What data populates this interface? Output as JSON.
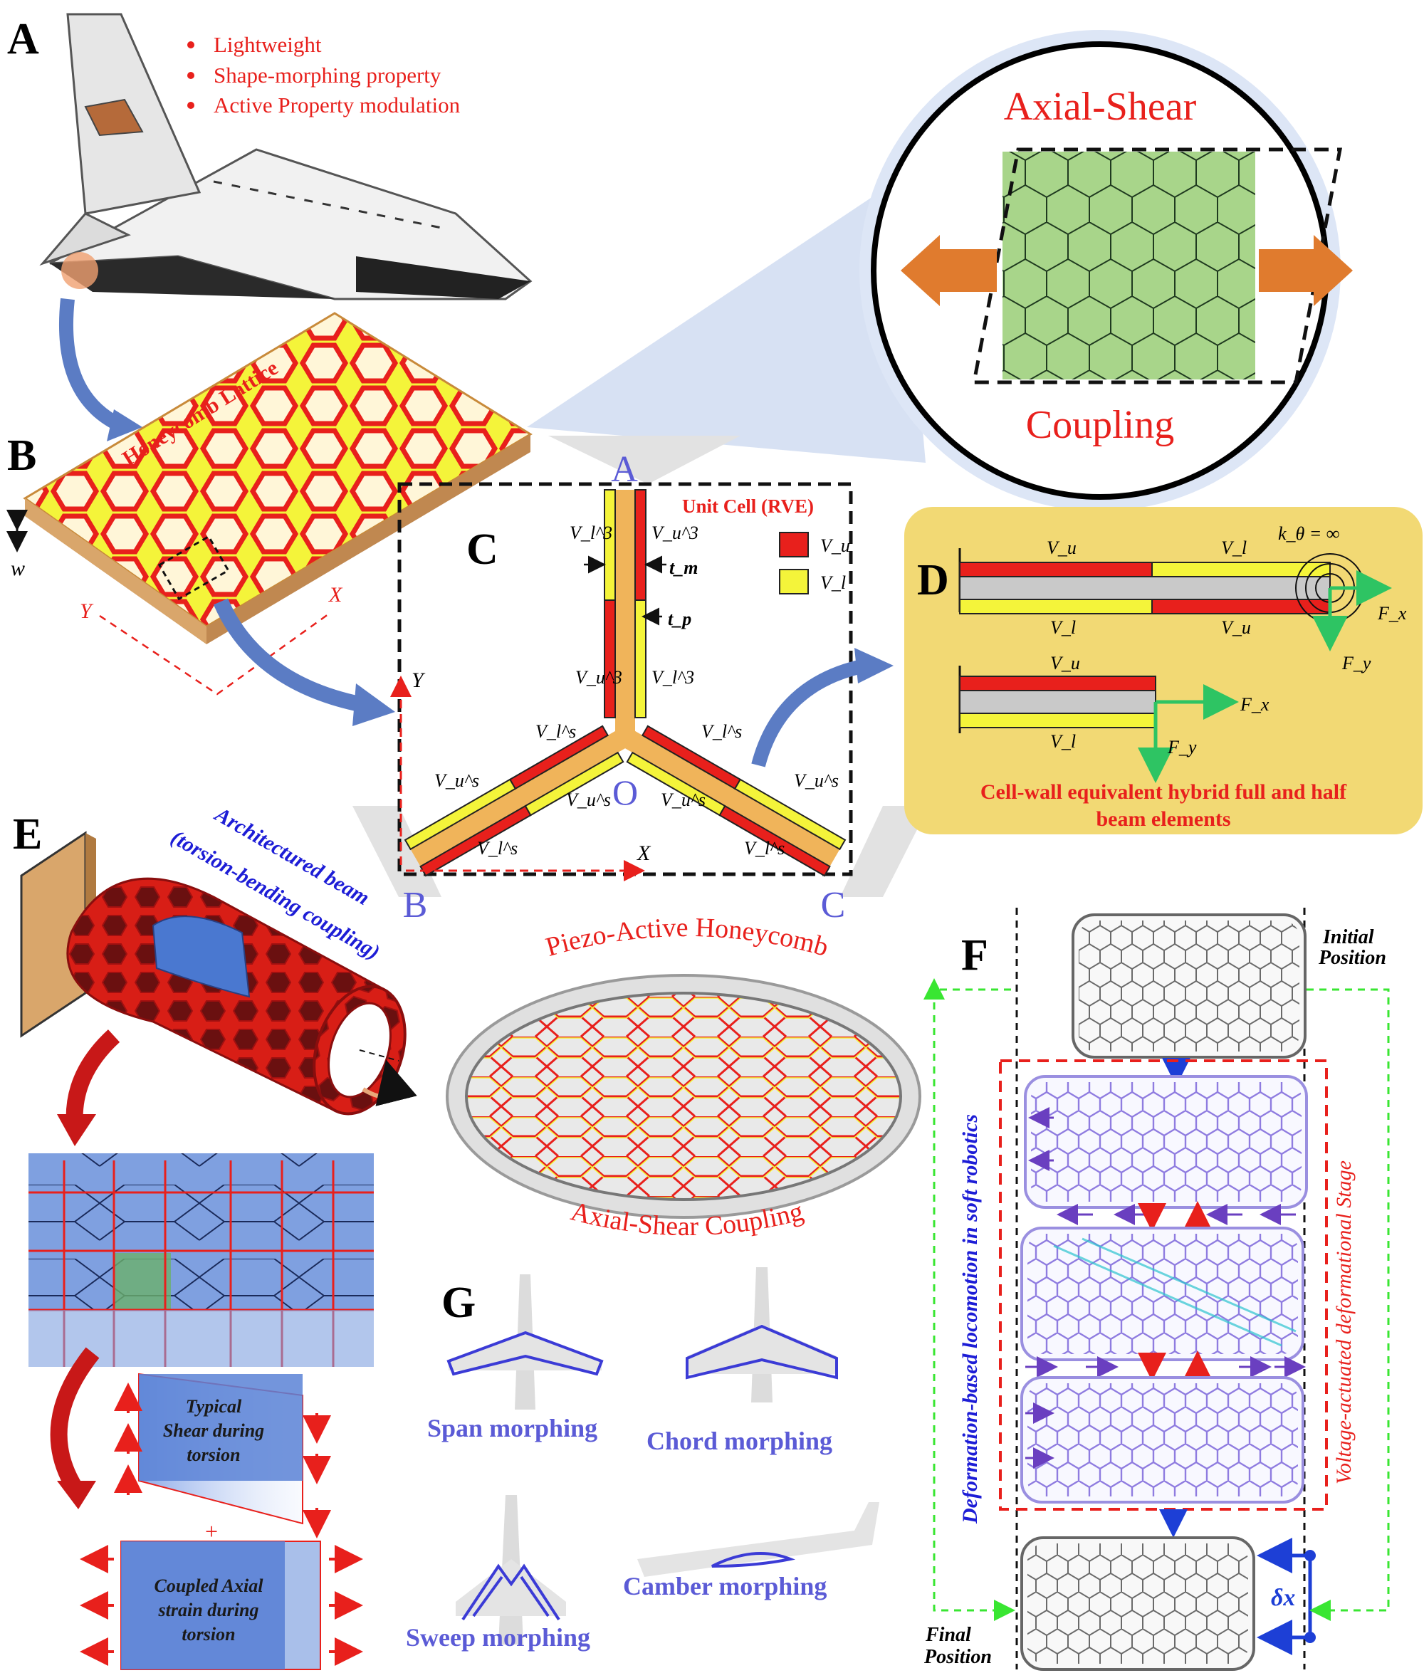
{
  "panels": {
    "A": {
      "letter": "A",
      "bullets": [
        "Lightweight",
        "Shape-morphing property",
        "Active Property modulation"
      ]
    },
    "zoom": {
      "title": "Axial-Shear",
      "subtitle": "Coupling"
    },
    "B": {
      "letter": "B",
      "lattice_label": "Honeycomb Lattice",
      "w": "w",
      "x": "X",
      "y": "Y"
    },
    "C": {
      "letter": "C",
      "unit_cell_label": "Unit Cell (RVE)",
      "corner_a": "A",
      "corner_b": "B",
      "corner_c": "C",
      "origin": "O",
      "axis_x": "X",
      "axis_y": "Y",
      "legend": [
        {
          "label": "V_u",
          "color": "#e8201c"
        },
        {
          "label": "V_l",
          "color": "#f4f43a"
        }
      ],
      "labels": {
        "vl3": "V_l^3",
        "vu3": "V_u^3",
        "tm": "t_m",
        "tp": "t_p",
        "vus": "V_u^s",
        "vls": "V_l^s"
      }
    },
    "D": {
      "letter": "D",
      "stiffness": "k_θ = ∞",
      "vu": "V_u",
      "vl": "V_l",
      "fx": "F_x",
      "fy": "F_y",
      "caption_line1": "Cell-wall equivalent hybrid full and half",
      "caption_line2": "beam elements"
    },
    "E": {
      "letter": "E",
      "beam_line1": "Architectured beam",
      "beam_line2": "(torsion-bending coupling)",
      "shear_lines": [
        "Typical",
        "Shear during",
        "torsion"
      ],
      "plus": "+",
      "axial_lines": [
        "Coupled Axial",
        "strain during",
        "torsion"
      ]
    },
    "piezo": {
      "top": "Piezo-Active Honeycomb",
      "bottom": "Axial-Shear Coupling"
    },
    "G": {
      "letter": "G",
      "span": "Span morphing",
      "chord": "Chord morphing",
      "sweep": "Sweep morphing",
      "camber": "Camber morphing"
    },
    "F": {
      "letter": "F",
      "initial_line1": "Initial",
      "initial_line2": "Position",
      "final_line1": "Final",
      "final_line2": "Position",
      "left_vertical": "Deformation-based locomotion in soft robotics",
      "right_vertical": "Voltage-actuated deformational Stage",
      "delta": "δx"
    }
  },
  "colors": {
    "red_label": "#e8201c",
    "blue_label": "#5b5bd6",
    "yellow_panel": "#f2d974",
    "piezo_red": "#e8201c",
    "piezo_yellow": "#f4f43a",
    "green_hex": "#a8d58a",
    "orange_arrow": "#e07b2e"
  }
}
